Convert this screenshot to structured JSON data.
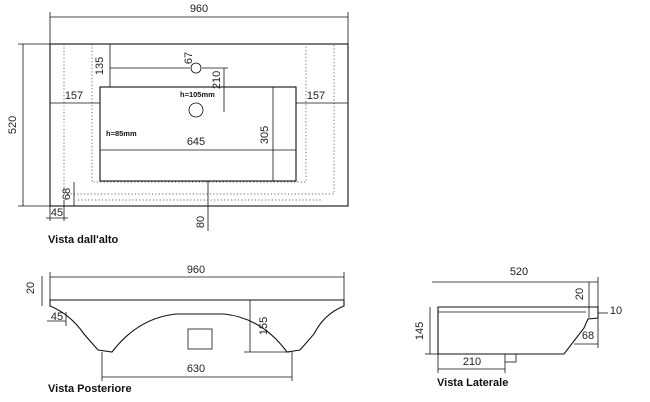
{
  "views": {
    "top": {
      "caption": "Vista  dall'alto",
      "dims": {
        "width": "960",
        "depth": "520",
        "faucet_to_edge": "135",
        "hole": "67",
        "faucet_to_basin": "210",
        "left_margin": "157",
        "right_margin": "157",
        "basin_width": "645",
        "basin_depth": "305",
        "front_lip": "68",
        "front_offset": "45",
        "drain_offset": "80"
      },
      "notes": {
        "depth_back": "h=105mm",
        "depth_front": "h=85mm"
      }
    },
    "rear": {
      "caption": "Vista  Posteriore",
      "dims": {
        "width": "960",
        "thickness": "20",
        "side_offset": "45",
        "height": "155",
        "bottom_width": "630"
      }
    },
    "side": {
      "caption": "Vista  Laterale",
      "dims": {
        "depth": "520",
        "top": "20",
        "lip": "10",
        "height": "145",
        "front": "68",
        "bottom": "210"
      }
    }
  }
}
